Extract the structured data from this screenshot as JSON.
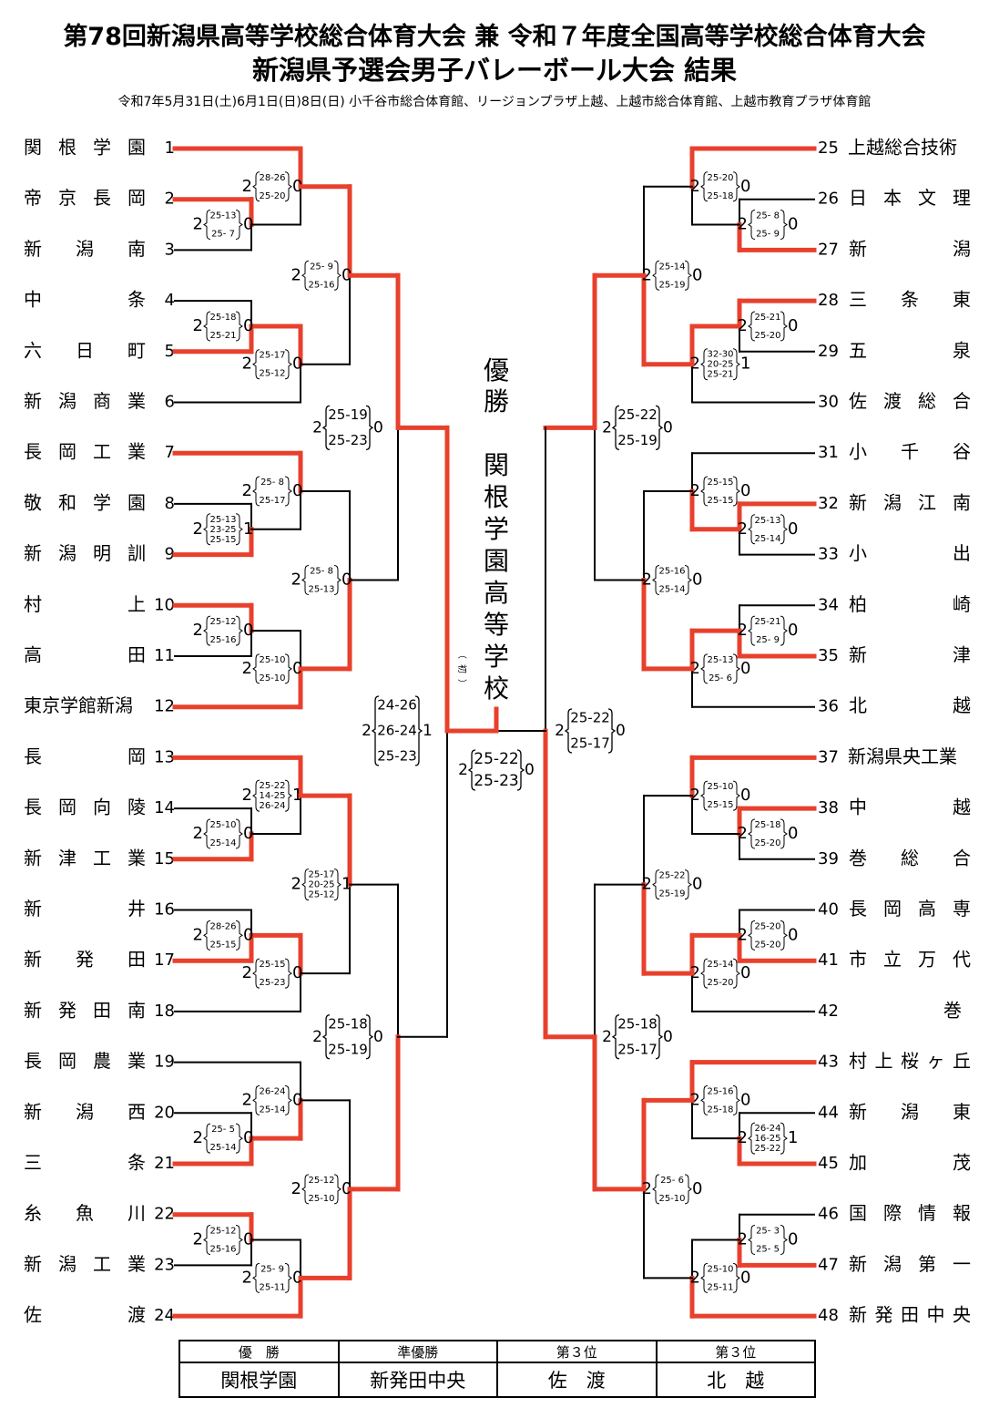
{
  "header": {
    "title_line1": "第78回新潟県高等学校総合体育大会 兼 令和７年度全国高等学校総合体育大会",
    "title_line2": "新潟県予選会男子バレーボール大会 結果",
    "date_venue": "令和7年5月31日(土)6月1日(日)8日(日) 小千谷市総合体育館、リージョンプラザ上越、上越市総合体育館、上越市教育プラザ体育館"
  },
  "teams": [
    {
      "num": "1",
      "name": "関根学園"
    },
    {
      "num": "2",
      "name": "帝京長岡"
    },
    {
      "num": "3",
      "name": "新潟南"
    },
    {
      "num": "4",
      "name": "中条"
    },
    {
      "num": "5",
      "name": "六日町"
    },
    {
      "num": "6",
      "name": "新潟商業"
    },
    {
      "num": "7",
      "name": "長岡工業"
    },
    {
      "num": "8",
      "name": "敬和学園"
    },
    {
      "num": "9",
      "name": "新潟明訓"
    },
    {
      "num": "10",
      "name": "村上"
    },
    {
      "num": "11",
      "name": "高田"
    },
    {
      "num": "12",
      "name": "東京学館新潟"
    },
    {
      "num": "13",
      "name": "長岡"
    },
    {
      "num": "14",
      "name": "長岡向陵"
    },
    {
      "num": "15",
      "name": "新津工業"
    },
    {
      "num": "16",
      "name": "新井"
    },
    {
      "num": "17",
      "name": "新発田"
    },
    {
      "num": "18",
      "name": "新発田南"
    },
    {
      "num": "19",
      "name": "長岡農業"
    },
    {
      "num": "20",
      "name": "新潟西"
    },
    {
      "num": "21",
      "name": "三条"
    },
    {
      "num": "22",
      "name": "糸魚川"
    },
    {
      "num": "23",
      "name": "新潟工業"
    },
    {
      "num": "24",
      "name": "佐渡"
    },
    {
      "num": "25",
      "name": "上越総合技術"
    },
    {
      "num": "26",
      "name": "日本文理"
    },
    {
      "num": "27",
      "name": "新潟"
    },
    {
      "num": "28",
      "name": "三条東"
    },
    {
      "num": "29",
      "name": "五泉"
    },
    {
      "num": "30",
      "name": "佐渡総合"
    },
    {
      "num": "31",
      "name": "小千谷"
    },
    {
      "num": "32",
      "name": "新潟江南"
    },
    {
      "num": "33",
      "name": "小出"
    },
    {
      "num": "34",
      "name": "柏崎"
    },
    {
      "num": "35",
      "name": "新津"
    },
    {
      "num": "36",
      "name": "北越"
    },
    {
      "num": "37",
      "name": "新潟県央工業"
    },
    {
      "num": "38",
      "name": "中越"
    },
    {
      "num": "39",
      "name": "巻総合"
    },
    {
      "num": "40",
      "name": "長岡高専"
    },
    {
      "num": "41",
      "name": "市立万代"
    },
    {
      "num": "42",
      "name": "巻"
    },
    {
      "num": "43",
      "name": "村上桜ヶ丘"
    },
    {
      "num": "44",
      "name": "新潟東"
    },
    {
      "num": "45",
      "name": "加茂"
    },
    {
      "num": "46",
      "name": "国際情報"
    },
    {
      "num": "47",
      "name": "新潟第一"
    },
    {
      "num": "48",
      "name": "新発田中央"
    }
  ],
  "matches": [
    {
      "id": "L1a",
      "win": "2",
      "lose": "0",
      "scores": [
        "25-13",
        "25- 7"
      ]
    },
    {
      "id": "L1b",
      "win": "2",
      "lose": "0",
      "scores": [
        "28-26",
        "25-20"
      ]
    },
    {
      "id": "L1c",
      "win": "2",
      "lose": "0",
      "scores": [
        "25-18",
        "25-21"
      ]
    },
    {
      "id": "L1d",
      "win": "2",
      "lose": "0",
      "scores": [
        "25-17",
        "25-12"
      ]
    },
    {
      "id": "L1e",
      "win": "2",
      "lose": "1",
      "scores": [
        "25-13",
        "23-25",
        "25-15"
      ]
    },
    {
      "id": "L1f",
      "win": "2",
      "lose": "0",
      "scores": [
        "25- 8",
        "25-17"
      ]
    },
    {
      "id": "L1g",
      "win": "2",
      "lose": "0",
      "scores": [
        "25-12",
        "25-16"
      ]
    },
    {
      "id": "L1h",
      "win": "2",
      "lose": "0",
      "scores": [
        "25-10",
        "25-10"
      ]
    },
    {
      "id": "L1i",
      "win": "2",
      "lose": "0",
      "scores": [
        "25-10",
        "25-14"
      ]
    },
    {
      "id": "L1j",
      "win": "2",
      "lose": "1",
      "scores": [
        "25-22",
        "14-25",
        "26-24"
      ]
    },
    {
      "id": "L1k",
      "win": "2",
      "lose": "0",
      "scores": [
        "28-26",
        "25-15"
      ]
    },
    {
      "id": "L1l",
      "win": "2",
      "lose": "0",
      "scores": [
        "25-15",
        "25-23"
      ]
    },
    {
      "id": "L1m",
      "win": "2",
      "lose": "0",
      "scores": [
        "25- 5",
        "25-14"
      ]
    },
    {
      "id": "L1n",
      "win": "2",
      "lose": "0",
      "scores": [
        "26-24",
        "25-14"
      ]
    },
    {
      "id": "L1o",
      "win": "2",
      "lose": "0",
      "scores": [
        "25-12",
        "25-16"
      ]
    },
    {
      "id": "L1p",
      "win": "2",
      "lose": "0",
      "scores": [
        "25- 9",
        "25-11"
      ]
    },
    {
      "id": "L2a",
      "win": "2",
      "lose": "0",
      "scores": [
        "25- 9",
        "25-16"
      ]
    },
    {
      "id": "L2b",
      "win": "2",
      "lose": "0",
      "scores": [
        "25- 8",
        "25-13"
      ]
    },
    {
      "id": "L2c",
      "win": "2",
      "lose": "1",
      "scores": [
        "25-17",
        "20-25",
        "25-12"
      ]
    },
    {
      "id": "L2d",
      "win": "2",
      "lose": "0",
      "scores": [
        "25-12",
        "25-10"
      ]
    },
    {
      "id": "L3a",
      "win": "2",
      "lose": "0",
      "scores": [
        "25-19",
        "25-23"
      ]
    },
    {
      "id": "L3b",
      "win": "2",
      "lose": "0",
      "scores": [
        "25-18",
        "25-19"
      ]
    },
    {
      "id": "L4",
      "win": "2",
      "lose": "1",
      "scores": [
        "24-26",
        "26-24",
        "25-23"
      ]
    },
    {
      "id": "R1a",
      "win": "2",
      "lose": "0",
      "scores": [
        "25- 8",
        "25- 9"
      ]
    },
    {
      "id": "R1b",
      "win": "2",
      "lose": "0",
      "scores": [
        "25-20",
        "25-18"
      ]
    },
    {
      "id": "R1c",
      "win": "2",
      "lose": "0",
      "scores": [
        "25-21",
        "25-20"
      ]
    },
    {
      "id": "R1d",
      "win": "2",
      "lose": "1",
      "scores": [
        "32-30",
        "20-25",
        "25-21"
      ]
    },
    {
      "id": "R1e",
      "win": "2",
      "lose": "0",
      "scores": [
        "25-13",
        "25-14"
      ]
    },
    {
      "id": "R1f",
      "win": "2",
      "lose": "0",
      "scores": [
        "25-15",
        "25-15"
      ]
    },
    {
      "id": "R1g",
      "win": "2",
      "lose": "0",
      "scores": [
        "25-21",
        "25- 9"
      ]
    },
    {
      "id": "R1h",
      "win": "2",
      "lose": "0",
      "scores": [
        "25-13",
        "25- 6"
      ]
    },
    {
      "id": "R1i",
      "win": "2",
      "lose": "0",
      "scores": [
        "25-18",
        "25-20"
      ]
    },
    {
      "id": "R1j",
      "win": "2",
      "lose": "0",
      "scores": [
        "25-10",
        "25-15"
      ]
    },
    {
      "id": "R1k",
      "win": "2",
      "lose": "0",
      "scores": [
        "25-20",
        "25-20"
      ]
    },
    {
      "id": "R1l",
      "win": "2",
      "lose": "0",
      "scores": [
        "25-14",
        "25-20"
      ]
    },
    {
      "id": "R1m",
      "win": "2",
      "lose": "1",
      "scores": [
        "26-24",
        "16-25",
        "25-22"
      ]
    },
    {
      "id": "R1n",
      "win": "2",
      "lose": "0",
      "scores": [
        "25-16",
        "25-18"
      ]
    },
    {
      "id": "R1o",
      "win": "2",
      "lose": "0",
      "scores": [
        "25- 3",
        "25- 5"
      ]
    },
    {
      "id": "R1p",
      "win": "2",
      "lose": "0",
      "scores": [
        "25-10",
        "25-11"
      ]
    },
    {
      "id": "R2a",
      "win": "2",
      "lose": "0",
      "scores": [
        "25-14",
        "25-19"
      ]
    },
    {
      "id": "R2b",
      "win": "2",
      "lose": "0",
      "scores": [
        "25-16",
        "25-14"
      ]
    },
    {
      "id": "R2c",
      "win": "2",
      "lose": "0",
      "scores": [
        "25-22",
        "25-19"
      ]
    },
    {
      "id": "R2d",
      "win": "2",
      "lose": "0",
      "scores": [
        "25- 6",
        "25-10"
      ]
    },
    {
      "id": "R3a",
      "win": "2",
      "lose": "0",
      "scores": [
        "25-22",
        "25-19"
      ]
    },
    {
      "id": "R3b",
      "win": "2",
      "lose": "0",
      "scores": [
        "25-18",
        "25-17"
      ]
    },
    {
      "id": "R4",
      "win": "2",
      "lose": "0",
      "scores": [
        "25-22",
        "25-17"
      ]
    },
    {
      "id": "F",
      "win": "2",
      "lose": "0",
      "scores": [
        "25-22",
        "25-23"
      ]
    }
  ],
  "champion": {
    "label": "優勝",
    "school": "関根学園高等学校",
    "first_note": "（初）"
  },
  "results_table": {
    "headers": [
      "優　勝",
      "準優勝",
      "第３位",
      "第３位"
    ],
    "values": [
      "関根学園",
      "新発田中央",
      "佐　渡",
      "北　越"
    ]
  },
  "colors": {
    "winner_line": "#e8402c",
    "loser_line": "#000000"
  }
}
